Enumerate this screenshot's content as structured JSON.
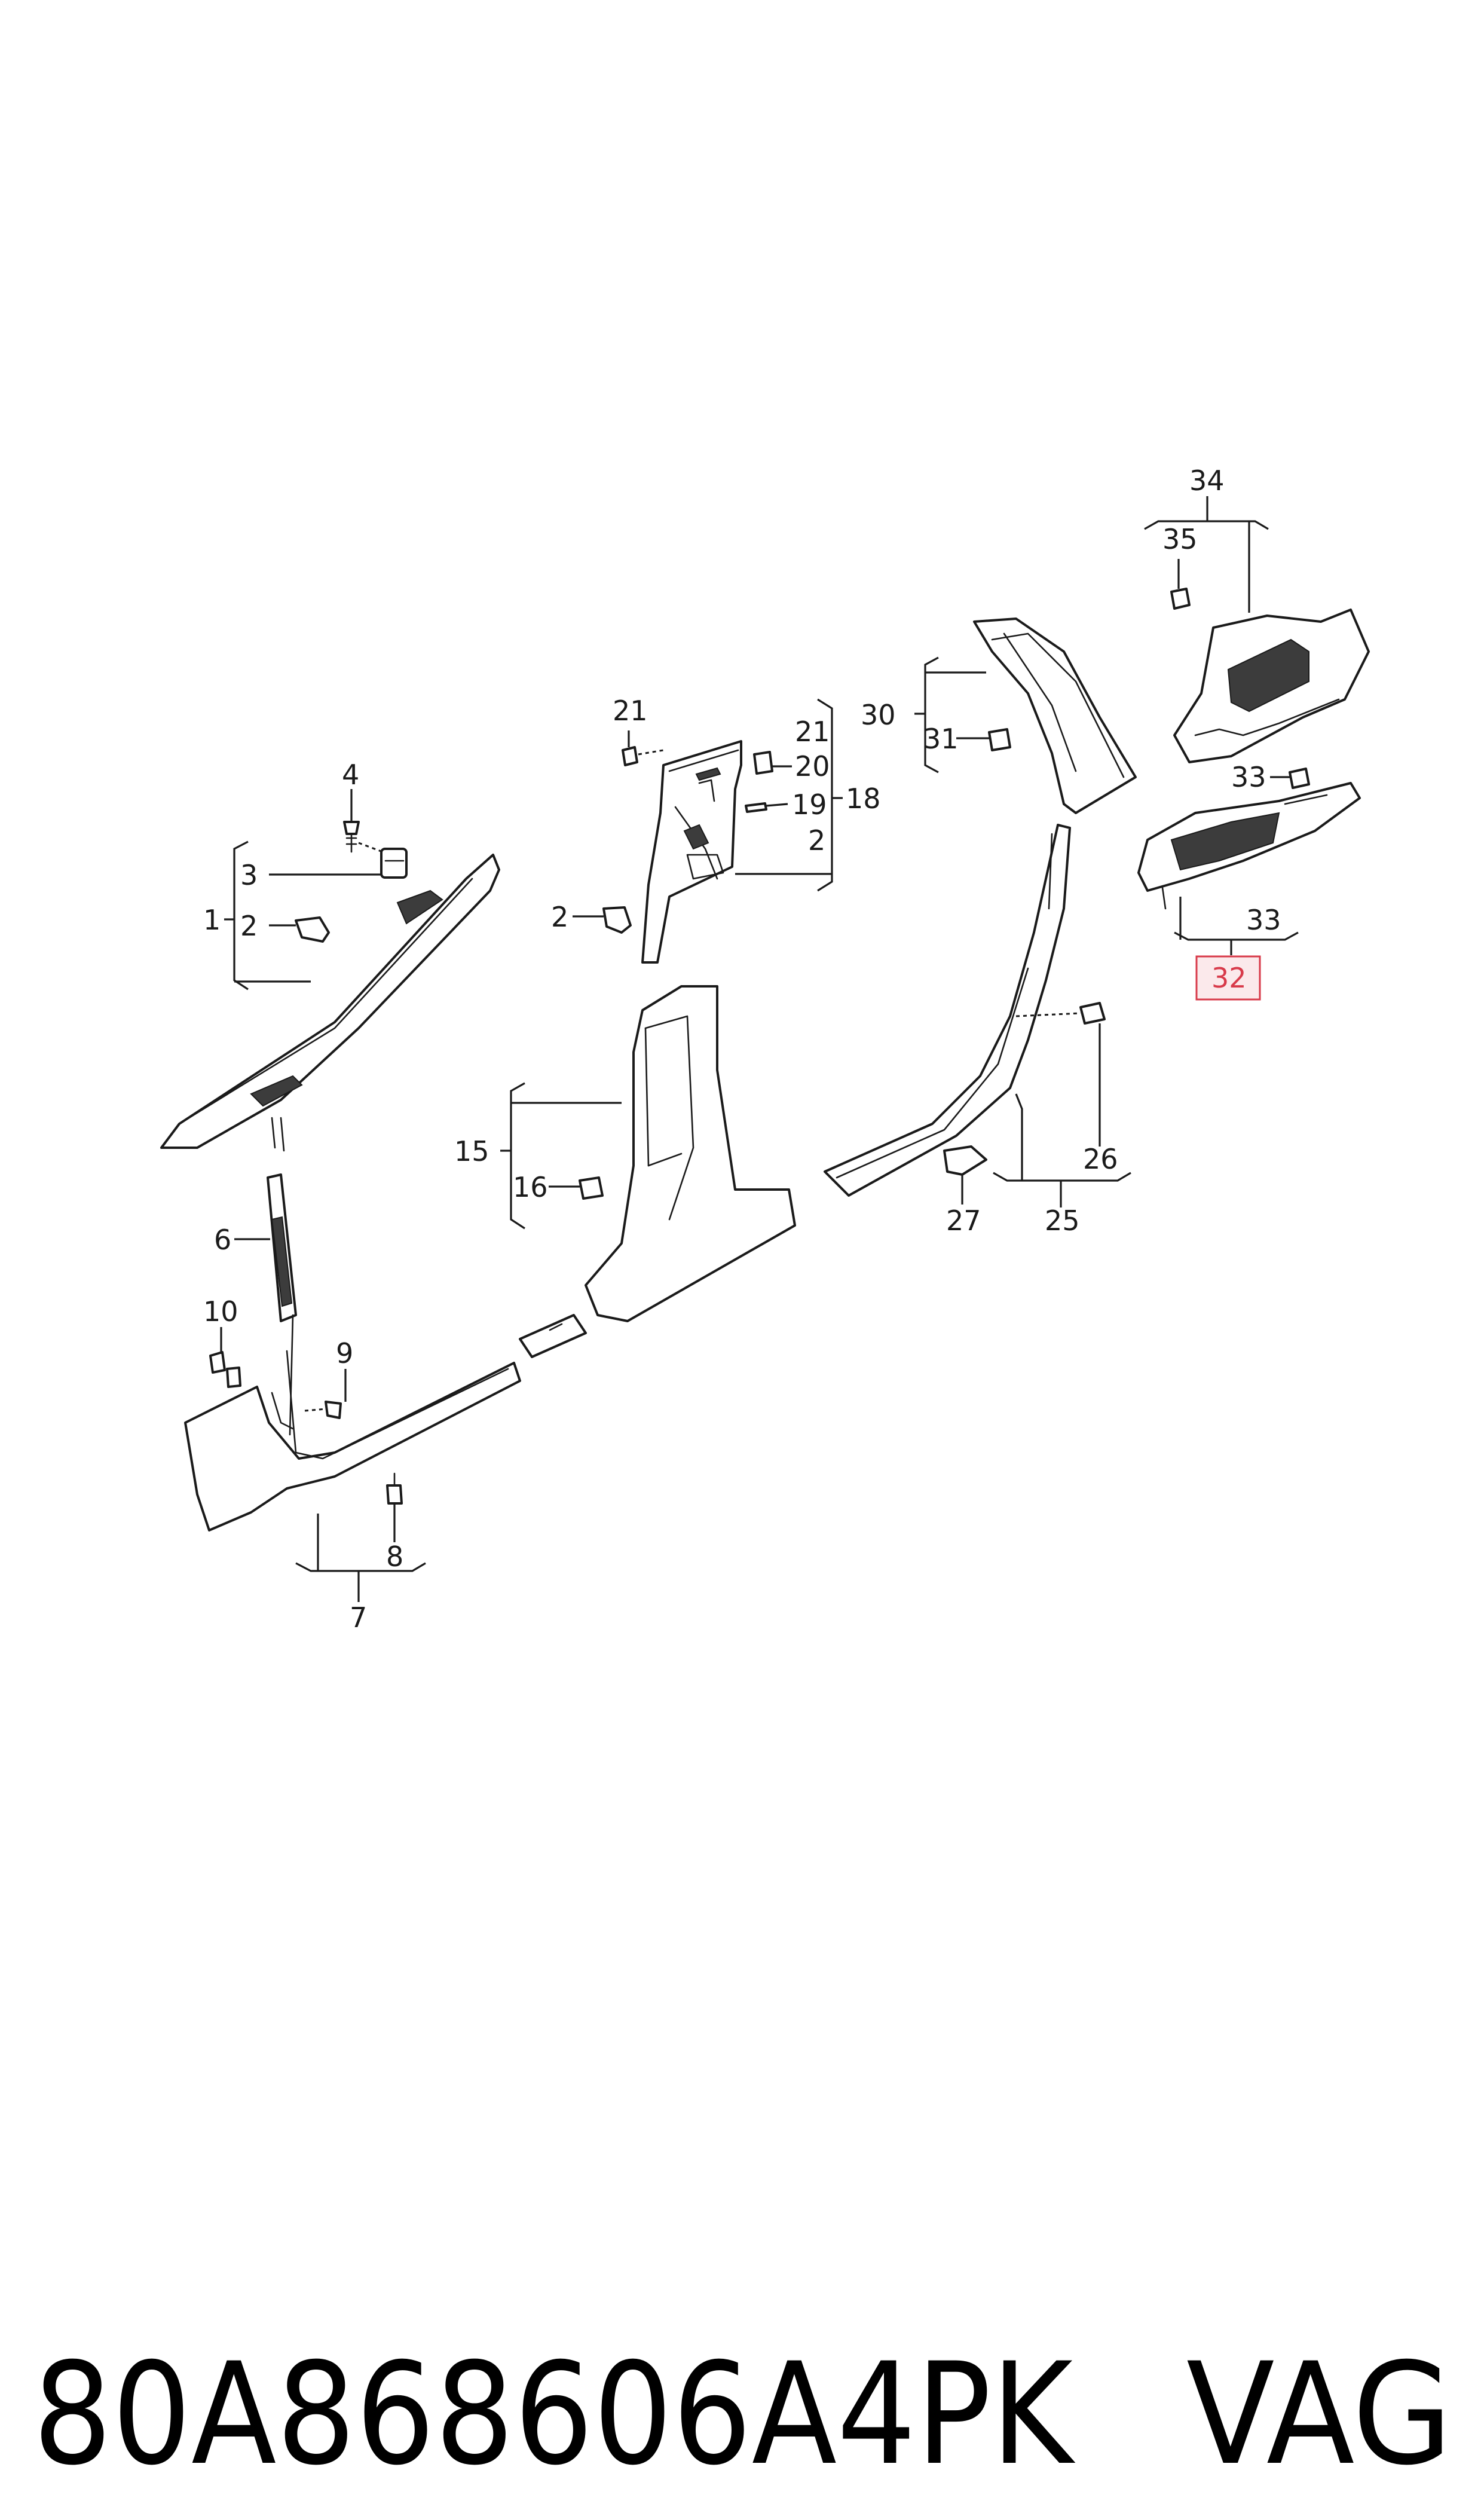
{
  "callouts": {
    "c1": "1",
    "c2": "2",
    "c3": "3",
    "c4": "4",
    "c6": "6",
    "c7": "7",
    "c8": "8",
    "c9": "9",
    "c10": "10",
    "c15": "15",
    "c16": "16",
    "c18": "18",
    "c19": "19",
    "c20": "20",
    "c21": "21",
    "c25": "25",
    "c26": "26",
    "c27": "27",
    "c30": "30",
    "c31": "31",
    "c32": "32",
    "c33": "33",
    "c34": "34",
    "c35": "35"
  },
  "highlight": {
    "callout": "32",
    "color": "#d83a4a",
    "fill": "#fbe9eb"
  },
  "footer": {
    "part_number": "80A868606A4PK",
    "brand": "VAG"
  }
}
